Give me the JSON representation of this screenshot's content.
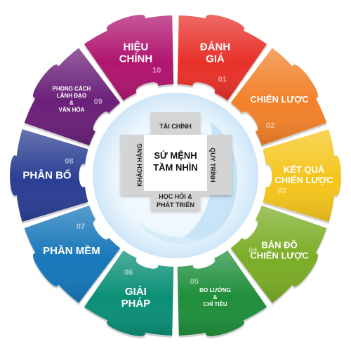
{
  "segments": [
    {
      "id": "danh-gia",
      "lines": [
        "ĐÁNH",
        "GIÁ"
      ],
      "number": "01",
      "color": "#e8312a"
    },
    {
      "id": "chien-luoc",
      "lines": [
        "CHIẾN LƯỢC"
      ],
      "number": "02",
      "color": "#f2812a"
    },
    {
      "id": "ket-qua-chien-luoc",
      "lines": [
        "KẾT QUẢ",
        "CHIẾN LƯỢC"
      ],
      "number": "03",
      "color": "#f5c51c"
    },
    {
      "id": "ban-do-chien-luoc",
      "lines": [
        "BẢN ĐỒ",
        "CHIẾN LƯỢC"
      ],
      "number": "04",
      "color": "#7bad26"
    },
    {
      "id": "do-luong-chi-tieu",
      "lines": [
        "ĐO LƯỜNG",
        "&",
        "CHỈ TIÊU"
      ],
      "number": "05",
      "color": "#1f8f3b"
    },
    {
      "id": "giai-phap",
      "lines": [
        "GIẢI",
        "PHÁP"
      ],
      "number": "06",
      "color": "#0b8f76"
    },
    {
      "id": "phan-mem",
      "lines": [
        "PHẦN MỀM"
      ],
      "number": "07",
      "color": "#1677b9"
    },
    {
      "id": "phan-bo",
      "lines": [
        "PHÂN BỔ"
      ],
      "number": "08",
      "color": "#2b3e93"
    },
    {
      "id": "phong-cach-lanh-dao",
      "lines": [
        "PHONG CÁCH",
        "LÃNH ĐẠO",
        "&",
        "VĂN HÓA"
      ],
      "number": "09",
      "color": "#6b2079"
    },
    {
      "id": "hieu-chinh",
      "lines": [
        "HIỆU",
        "CHỈNH"
      ],
      "number": "10",
      "color": "#b0156f"
    }
  ],
  "center": {
    "title_lines": [
      "SỨ MỆNH",
      "TẦM NHÌN"
    ],
    "top": "TÀI CHÍNH",
    "right": "QUY TRÌNH",
    "bottom_lines": [
      "HỌC HỎI &",
      "PHÁT TRIỂN"
    ],
    "left": "KHÁCH HÀNG"
  },
  "colors": {
    "core_gray": "#d4d4d4",
    "center_white": "#ffffff",
    "halo": "#dceefa",
    "globe": "#bfe0f7"
  }
}
